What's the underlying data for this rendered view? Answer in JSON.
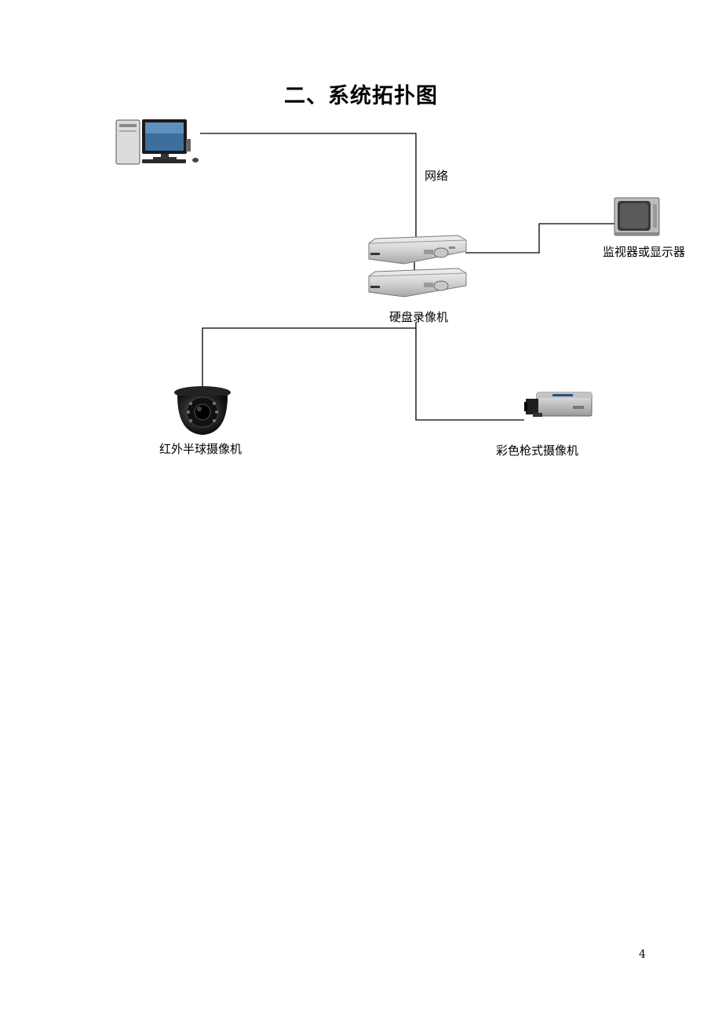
{
  "page": {
    "title": "二、系统拓扑图",
    "page_number": "4"
  },
  "diagram": {
    "link_label": "网络",
    "nodes": {
      "computer": {
        "label": "",
        "icon": "desktop-computer-icon"
      },
      "dvr": {
        "label": "硬盘录像机",
        "icon": "dvr-icon"
      },
      "monitor": {
        "label": "监视器或显示器",
        "icon": "crt-monitor-icon"
      },
      "dome_camera": {
        "label": "红外半球摄像机",
        "icon": "dome-camera-icon"
      },
      "box_camera": {
        "label": "彩色枪式摄像机",
        "icon": "box-camera-icon"
      }
    }
  }
}
